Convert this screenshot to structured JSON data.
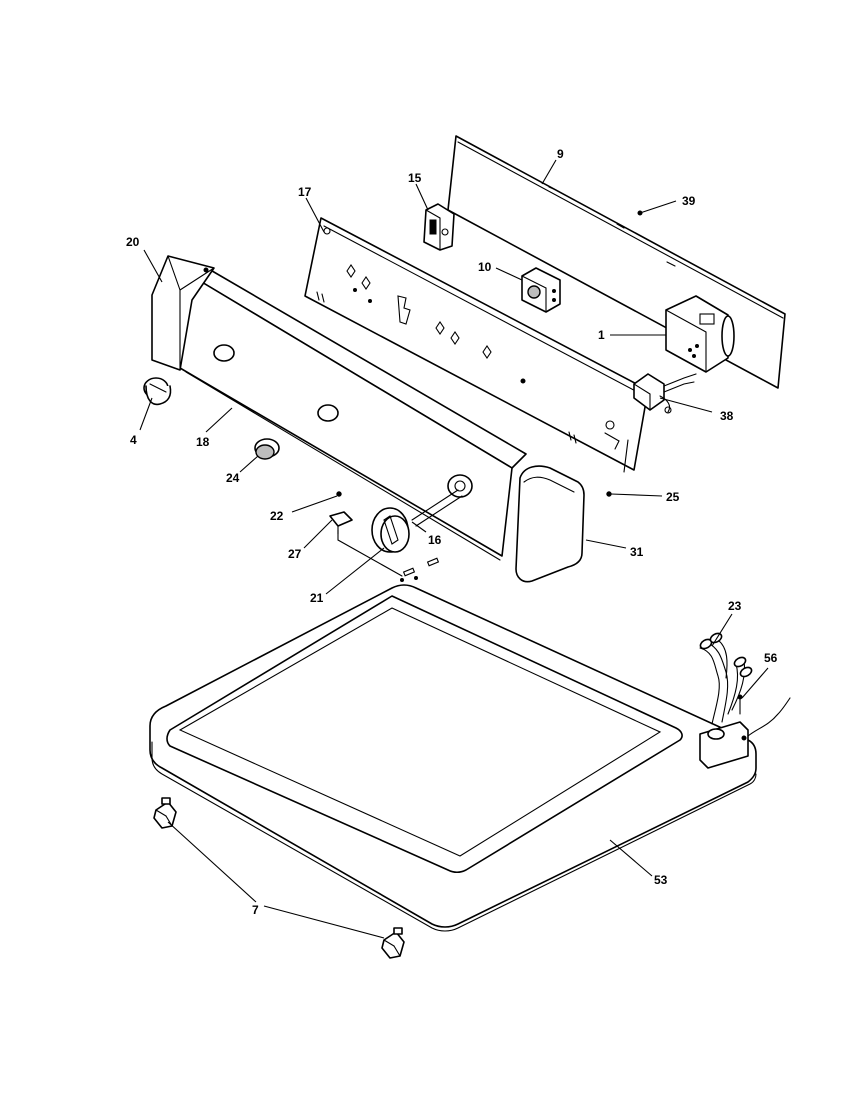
{
  "callouts": {
    "c1": "1",
    "c4": "4",
    "c7": "7",
    "c9": "9",
    "c10": "10",
    "c15": "15",
    "c16": "16",
    "c17": "17",
    "c18": "18",
    "c20": "20",
    "c21": "21",
    "c22": "22",
    "c23": "23",
    "c24": "24",
    "c25": "25",
    "c27": "27",
    "c31": "31",
    "c38": "38",
    "c39": "39",
    "c53": "53",
    "c56": "56"
  }
}
